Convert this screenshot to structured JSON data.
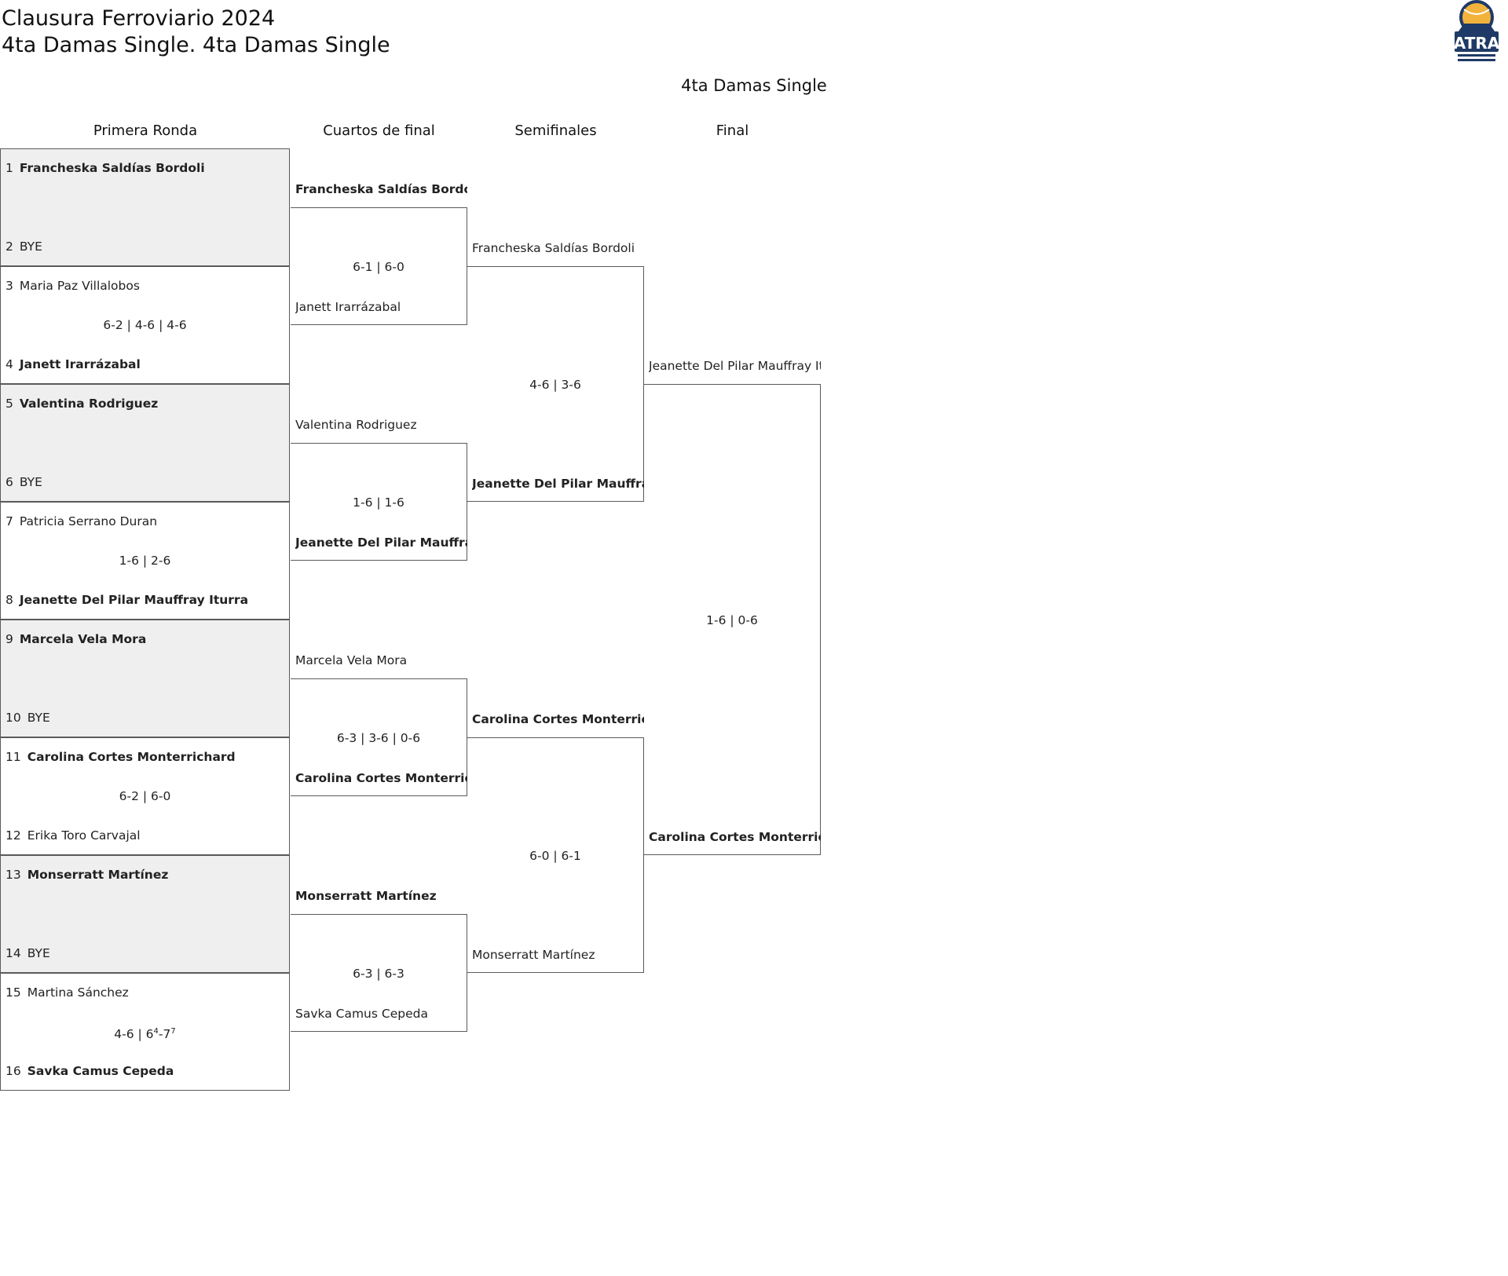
{
  "header": {
    "title_line1": "Clausura Ferroviario 2024",
    "title_line2": "4ta Damas Single. 4ta Damas Single"
  },
  "bracket": {
    "title": "4ta Damas Single",
    "rounds": [
      "Primera Ronda",
      "Cuartos de final",
      "Semifinales",
      "Final"
    ]
  },
  "logo": {
    "text": "ATRA",
    "icon": "tennis-ball-icon",
    "color_primary": "#1f3a66",
    "color_accent": "#f2b33d"
  },
  "round1": [
    {
      "top": {
        "seed": "1",
        "name": "Francheska Saldías Bordoli"
      },
      "bottom": {
        "seed": "2",
        "name": "BYE"
      },
      "score": "",
      "bye": true,
      "winner": "top"
    },
    {
      "top": {
        "seed": "3",
        "name": "Maria Paz Villalobos"
      },
      "bottom": {
        "seed": "4",
        "name": "Janett Irarrázabal"
      },
      "score": "6-2 | 4-6 | 4-6",
      "bye": false,
      "winner": "bottom"
    },
    {
      "top": {
        "seed": "5",
        "name": "Valentina Rodriguez"
      },
      "bottom": {
        "seed": "6",
        "name": "BYE"
      },
      "score": "",
      "bye": true,
      "winner": "top"
    },
    {
      "top": {
        "seed": "7",
        "name": "Patricia Serrano Duran"
      },
      "bottom": {
        "seed": "8",
        "name": "Jeanette Del Pilar Mauffray Iturra"
      },
      "score": "1-6 | 2-6",
      "bye": false,
      "winner": "bottom"
    },
    {
      "top": {
        "seed": "9",
        "name": "Marcela Vela Mora"
      },
      "bottom": {
        "seed": "10",
        "name": "BYE"
      },
      "score": "",
      "bye": true,
      "winner": "top"
    },
    {
      "top": {
        "seed": "11",
        "name": "Carolina Cortes Monterrichard"
      },
      "bottom": {
        "seed": "12",
        "name": "Erika Toro Carvajal"
      },
      "score": "6-2 | 6-0",
      "bye": false,
      "winner": "top"
    },
    {
      "top": {
        "seed": "13",
        "name": "Monserratt Martínez"
      },
      "bottom": {
        "seed": "14",
        "name": "BYE"
      },
      "score": "",
      "bye": true,
      "winner": "top"
    },
    {
      "top": {
        "seed": "15",
        "name": "Martina Sánchez"
      },
      "bottom": {
        "seed": "16",
        "name": "Savka Camus Cepeda"
      },
      "score": "4-6 | 64-77",
      "bye": false,
      "winner": "bottom"
    }
  ],
  "round2": [
    {
      "top": "Francheska Saldías Bordoli",
      "bottom": "Janett Irarrázabal",
      "score": "6-1 | 6-0",
      "winner": "top"
    },
    {
      "top": "Valentina Rodriguez",
      "bottom": "Jeanette Del Pilar Mauffray Iturra",
      "score": "1-6 | 1-6",
      "winner": "bottom"
    },
    {
      "top": "Marcela Vela Mora",
      "bottom": "Carolina Cortes Monterrichard",
      "score": "6-3 | 3-6 | 0-6",
      "winner": "bottom"
    },
    {
      "top": "Monserratt Martínez",
      "bottom": "Savka Camus Cepeda",
      "score": "6-3 | 6-3",
      "winner": "top"
    }
  ],
  "round3": [
    {
      "top": "Francheska Saldías Bordoli",
      "bottom": "Jeanette Del Pilar Mauffray Iturra",
      "score": "4-6 | 3-6",
      "winner": "bottom"
    },
    {
      "top": "Carolina Cortes Monterrichard",
      "bottom": "Monserratt Martínez",
      "score": "6-0 | 6-1",
      "winner": "top"
    }
  ],
  "final": {
    "top": "Jeanette Del Pilar Mauffray Iturra",
    "bottom": "Carolina Cortes Monterrichard",
    "score": "1-6 | 0-6",
    "winner": "bottom"
  }
}
